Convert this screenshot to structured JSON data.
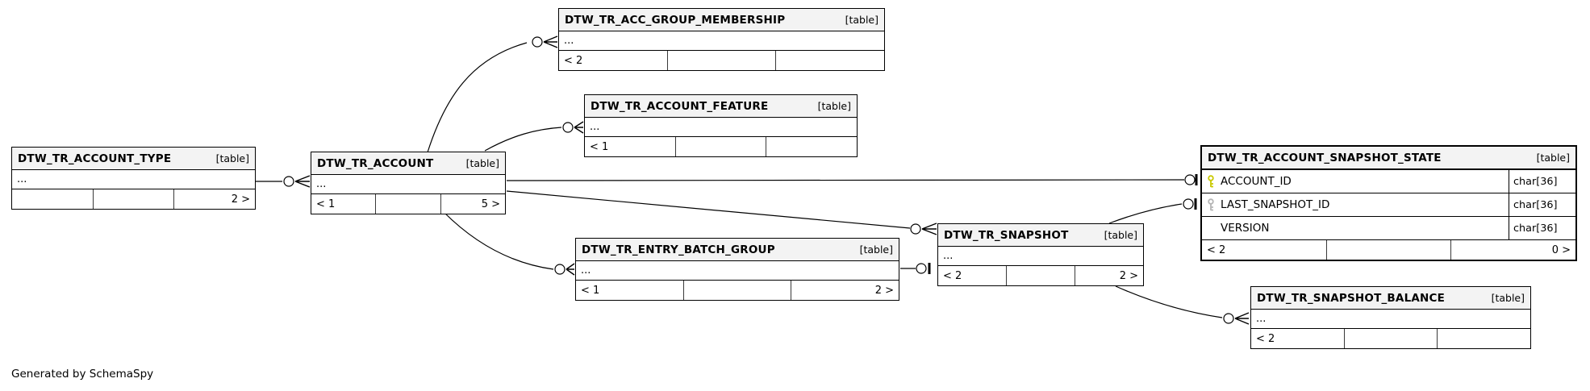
{
  "page": {
    "footer_note": "Generated by SchemaSpy"
  },
  "colors": {
    "bg": "#ffffff",
    "text": "#000000",
    "line": "#000000",
    "divider": "#3a3a3a",
    "header_bg": "#f3f3f3",
    "pk_key": "#c9c900",
    "fk_key": "#b5b5b5"
  },
  "icons": {
    "primary_key": "key-icon-yellow",
    "foreign_key": "key-icon-gray"
  },
  "tables": [
    {
      "name": "DTW_TR_ACC_GROUP_MEMBERSHIP",
      "tag": "[table]",
      "dots": "...",
      "footer": {
        "left": "< 2",
        "center": "",
        "right": ""
      }
    },
    {
      "name": "DTW_TR_ACCOUNT_FEATURE",
      "tag": "[table]",
      "dots": "...",
      "footer": {
        "left": "< 1",
        "center": "",
        "right": ""
      }
    },
    {
      "name": "DTW_TR_ACCOUNT_TYPE",
      "tag": "[table]",
      "dots": "...",
      "footer": {
        "left": "",
        "center": "",
        "right": "2 >"
      }
    },
    {
      "name": "DTW_TR_ACCOUNT",
      "tag": "[table]",
      "dots": "...",
      "footer": {
        "left": "< 1",
        "center": "",
        "right": "5 >"
      }
    },
    {
      "name": "DTW_TR_ACCOUNT_SNAPSHOT_STATE",
      "tag": "[table]",
      "columns": [
        {
          "name": "ACCOUNT_ID",
          "type": "char[36]",
          "key": "primary"
        },
        {
          "name": "LAST_SNAPSHOT_ID",
          "type": "char[36]",
          "key": "foreign"
        },
        {
          "name": "VERSION",
          "type": "char[36]",
          "key": "none"
        }
      ],
      "footer": {
        "left": "< 2",
        "center": "",
        "right": "0 >"
      }
    },
    {
      "name": "DTW_TR_SNAPSHOT",
      "tag": "[table]",
      "dots": "...",
      "footer": {
        "left": "< 2",
        "center": "",
        "right": "2 >"
      }
    },
    {
      "name": "DTW_TR_ENTRY_BATCH_GROUP",
      "tag": "[table]",
      "dots": "...",
      "footer": {
        "left": "< 1",
        "center": "",
        "right": "2 >"
      }
    },
    {
      "name": "DTW_TR_SNAPSHOT_BALANCE",
      "tag": "[table]",
      "dots": "...",
      "footer": {
        "left": "< 2",
        "center": "",
        "right": ""
      }
    }
  ],
  "edges": [
    {
      "from": "DTW_TR_ACCOUNT_TYPE",
      "to": "DTW_TR_ACCOUNT",
      "to_marker": "zero-or-many"
    },
    {
      "from": "DTW_TR_ACCOUNT",
      "to": "DTW_TR_ACC_GROUP_MEMBERSHIP",
      "to_marker": "zero-or-many"
    },
    {
      "from": "DTW_TR_ACCOUNT",
      "to": "DTW_TR_ACCOUNT_FEATURE",
      "to_marker": "zero-or-many"
    },
    {
      "from": "DTW_TR_ACCOUNT",
      "to": "DTW_TR_ACCOUNT_SNAPSHOT_STATE.ACCOUNT_ID",
      "to_marker": "zero-or-one"
    },
    {
      "from": "DTW_TR_ACCOUNT",
      "to": "DTW_TR_SNAPSHOT",
      "to_marker": "zero-or-many"
    },
    {
      "from": "DTW_TR_ENTRY_BATCH_GROUP",
      "to": "DTW_TR_SNAPSHOT",
      "to_marker": "zero-or-one"
    },
    {
      "from": "DTW_TR_ACCOUNT",
      "to": "DTW_TR_ENTRY_BATCH_GROUP",
      "to_marker": "zero-or-many"
    },
    {
      "from": "DTW_TR_SNAPSHOT",
      "to": "DTW_TR_ACCOUNT_SNAPSHOT_STATE.LAST_SNAPSHOT_ID",
      "to_marker": "zero-or-one"
    },
    {
      "from": "DTW_TR_SNAPSHOT",
      "to": "DTW_TR_SNAPSHOT_BALANCE",
      "to_marker": "zero-or-many"
    }
  ]
}
